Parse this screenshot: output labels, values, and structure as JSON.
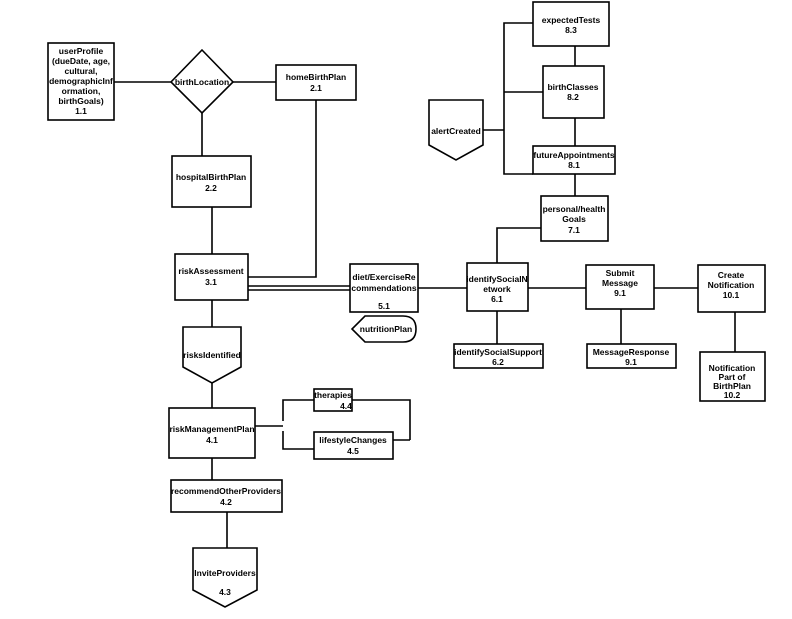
{
  "nodes": {
    "userProfile": {
      "lines": [
        "userProfile",
        "(dueDate, age,",
        "cultural,",
        "demographicInf",
        "ormation,",
        "birthGoals)",
        "1.1"
      ]
    },
    "birthLocation": {
      "lines": [
        "birthLocation"
      ]
    },
    "homeBirthPlan": {
      "lines": [
        "homeBirthPlan",
        "2.1"
      ]
    },
    "hospitalBirthPlan": {
      "lines": [
        "hospitalBirthPlan",
        "2.2"
      ]
    },
    "riskAssessment": {
      "lines": [
        "riskAssessment",
        "3.1"
      ]
    },
    "risksIdentified": {
      "lines": [
        "risksIdentified"
      ]
    },
    "riskManagementPlan": {
      "lines": [
        "riskManagementPlan",
        "4.1"
      ]
    },
    "therapies": {
      "lines": [
        "therapies",
        "4.4"
      ]
    },
    "lifestyleChanges": {
      "lines": [
        "lifestyleChanges",
        "4.5"
      ]
    },
    "recommendOtherProviders": {
      "lines": [
        "recommendOtherProviders",
        "4.2"
      ]
    },
    "inviteProviders": {
      "lines": [
        "InviteProviders",
        "4.3"
      ]
    },
    "dietExercise": {
      "lines": [
        "diet/ExerciseRe",
        "commendations",
        "5.1"
      ]
    },
    "nutritionPlan": {
      "lines": [
        "nutritionPlan"
      ]
    },
    "identifySocialNetwork": {
      "lines": [
        "identifySocialN",
        "etwork",
        "6.1"
      ]
    },
    "identifySocialSupport": {
      "lines": [
        "identifySocialSupport",
        "6.2"
      ]
    },
    "personalHealthGoals": {
      "lines": [
        "personal/health",
        "Goals",
        "7.1"
      ]
    },
    "futureAppointments": {
      "lines": [
        "futureAppointments",
        "8.1"
      ]
    },
    "birthClasses": {
      "lines": [
        "birthClasses",
        "8.2"
      ]
    },
    "expectedTests": {
      "lines": [
        "expectedTests",
        "8.3"
      ]
    },
    "alertCreated": {
      "lines": [
        "alertCreated"
      ]
    },
    "submitMessage": {
      "lines": [
        "Submit",
        "Message",
        "9.1"
      ]
    },
    "messageResponse": {
      "lines": [
        "MessageResponse",
        "9.1"
      ]
    },
    "createNotification": {
      "lines": [
        "Create",
        "Notification",
        "10.1"
      ]
    },
    "notificationPart": {
      "lines": [
        "Notification",
        "Part of",
        "BirthPlan",
        "10.2"
      ]
    }
  }
}
